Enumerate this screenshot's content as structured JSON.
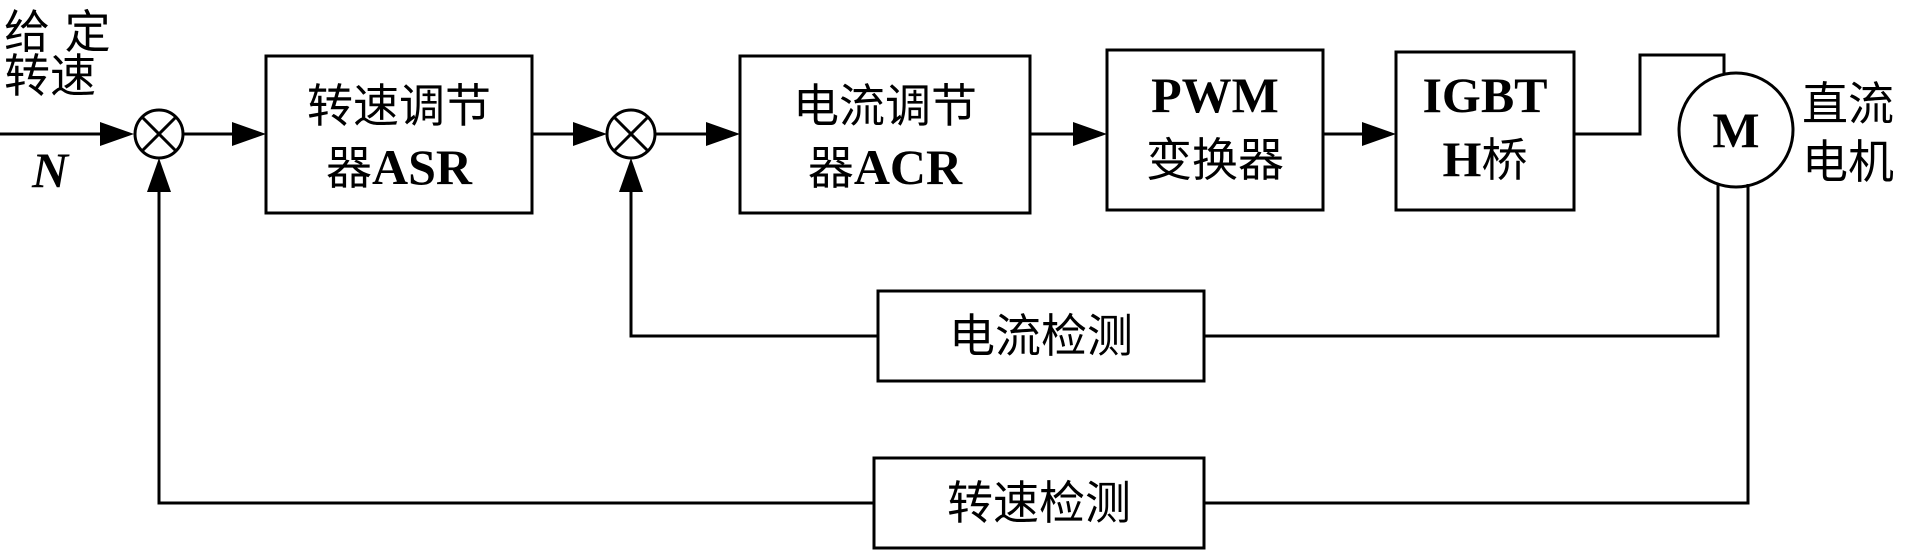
{
  "input": {
    "label_line1": "给 定",
    "label_line2": "转速",
    "symbol": "N"
  },
  "blocks": {
    "asr": {
      "line1": "转速调节",
      "line2_cjk": "器",
      "line2_latin": "ASR"
    },
    "acr": {
      "line1": "电流调节",
      "line2_cjk": "器",
      "line2_latin": "ACR"
    },
    "pwm": {
      "line1": "PWM",
      "line2": "变换器"
    },
    "igbt": {
      "line1": "IGBT",
      "line2_latin": "H",
      "line2_cjk": "桥"
    },
    "current_detect": {
      "label": "电流检测"
    },
    "speed_detect": {
      "label": "转速检测"
    }
  },
  "motor": {
    "symbol": "M",
    "label_line1": "直流",
    "label_line2": "电机"
  }
}
